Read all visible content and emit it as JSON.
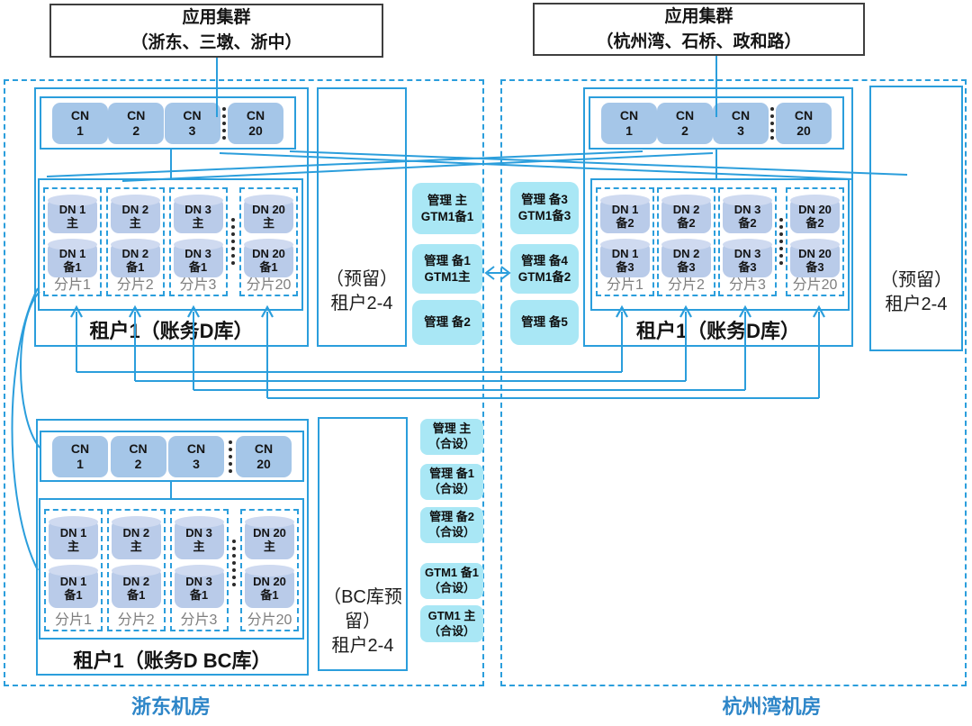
{
  "colors": {
    "accent_blue": "#2b9edc",
    "node_fill": "#a5c6e8",
    "cylinder_fill": "#b9cbe9",
    "cylinder_top": "#cfdaf0",
    "mgmt_fill": "#a9e7f5",
    "dc_label_color": "#2e86c8",
    "shard_tag_color": "#7f7f7f"
  },
  "app_clusters": [
    {
      "line1": "应用集群",
      "line2": "（浙东、三墩、浙中）"
    },
    {
      "line1": "应用集群",
      "line2": "（杭州湾、石桥、政和路）"
    }
  ],
  "cn_row": [
    {
      "l1": "CN",
      "l2": "1"
    },
    {
      "l1": "CN",
      "l2": "2"
    },
    {
      "l1": "CN",
      "l2": "3"
    },
    {
      "l1": "CN",
      "l2": "20"
    }
  ],
  "shards_primary": [
    {
      "p1": "DN 1",
      "p2": "主",
      "s1": "DN 1",
      "s2": "备1",
      "tag": "分片1"
    },
    {
      "p1": "DN 2",
      "p2": "主",
      "s1": "DN 2",
      "s2": "备1",
      "tag": "分片2"
    },
    {
      "p1": "DN 3",
      "p2": "主",
      "s1": "DN 3",
      "s2": "备1",
      "tag": "分片3"
    },
    {
      "p1": "DN 20",
      "p2": "主",
      "s1": "DN 20",
      "s2": "备1",
      "tag": "分片20"
    }
  ],
  "shards_backup": [
    {
      "p1": "DN 1",
      "p2": "备2",
      "s1": "DN 1",
      "s2": "备3",
      "tag": "分片1"
    },
    {
      "p1": "DN 2",
      "p2": "备2",
      "s1": "DN 2",
      "s2": "备3",
      "tag": "分片2"
    },
    {
      "p1": "DN 3",
      "p2": "备2",
      "s1": "DN 3",
      "s2": "备3",
      "tag": "分片3"
    },
    {
      "p1": "DN 20",
      "p2": "备2",
      "s1": "DN 20",
      "s2": "备3",
      "tag": "分片20"
    }
  ],
  "tenants": {
    "upper_left": "租户1（账务D库）",
    "upper_right": "租户1（账务D库）",
    "bottom_left": "租户1（账务D BC库）"
  },
  "reserved": {
    "left": {
      "l1": "（预留）",
      "l2": "租户2-4"
    },
    "right": {
      "l1": "（预留）",
      "l2": "租户2-4"
    },
    "bottom": {
      "l1": "（BC库预留）",
      "l2": "租户2-4"
    }
  },
  "mgmt_left": [
    {
      "l1": "管理 主",
      "l2": "GTM1备1"
    },
    {
      "l1": "管理 备1",
      "l2": "GTM1主"
    },
    {
      "l1": "管理 备2",
      "l2": ""
    }
  ],
  "mgmt_right": [
    {
      "l1": "管理 备3",
      "l2": "GTM1备3"
    },
    {
      "l1": "管理 备4",
      "l2": "GTM1备2"
    },
    {
      "l1": "管理 备5",
      "l2": ""
    }
  ],
  "mgmt_bottom": [
    {
      "l1": "管理 主",
      "l2": "（合设）"
    },
    {
      "l1": "管理 备1",
      "l2": "（合设）"
    },
    {
      "l1": "管理 备2",
      "l2": "（合设）"
    },
    {
      "l1": "GTM1 备1",
      "l2": "（合设）"
    },
    {
      "l1": "GTM1 主",
      "l2": "（合设）"
    }
  ],
  "datacenters": [
    {
      "label": "浙东机房"
    },
    {
      "label": "杭州湾机房"
    }
  ]
}
